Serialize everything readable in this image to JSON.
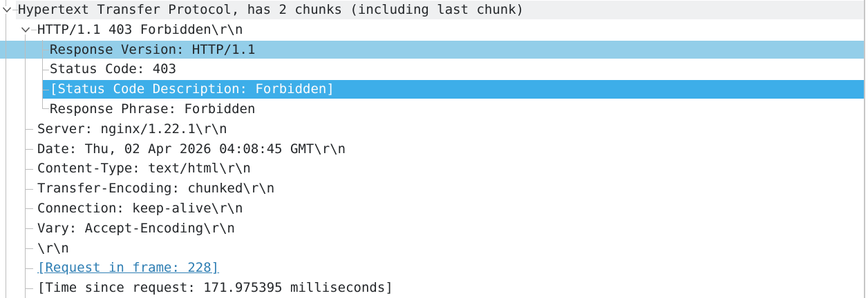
{
  "pane": {
    "kind": "packet-details-tree",
    "colors": {
      "text": "#232629",
      "selected_bg": "#3daee9",
      "selected_text": "#fcfcfc",
      "related_bg": "#93cee9",
      "protocol_row_bg": "#eff0f1",
      "guide_line": "#bdbdbd",
      "link": "#2e7eb3"
    }
  },
  "tree": {
    "rows": [
      {
        "label": "Hypertext Transfer Protocol, has 2 chunks (including last chunk)",
        "level": 0,
        "expander": true,
        "highlight": "protocol"
      },
      {
        "label": "HTTP/1.1 403 Forbidden\\r\\n",
        "level": 1,
        "expander": true,
        "highlight": "none"
      },
      {
        "label": "Response Version: HTTP/1.1",
        "level": 2,
        "branch": "tick",
        "highlight": "related"
      },
      {
        "label": "Status Code: 403",
        "level": 2,
        "branch": "tick",
        "highlight": "none"
      },
      {
        "label": "[Status Code Description: Forbidden]",
        "level": 2,
        "branch": "tick",
        "highlight": "selected"
      },
      {
        "label": "Response Phrase: Forbidden",
        "level": 2,
        "branch": "corner",
        "highlight": "none"
      },
      {
        "label": "Server: nginx/1.22.1\\r\\n",
        "level": 1,
        "branch": "tick",
        "highlight": "none"
      },
      {
        "label": "Date: Thu, 02 Apr 2026 04:08:45 GMT\\r\\n",
        "level": 1,
        "branch": "tick",
        "highlight": "none"
      },
      {
        "label": "Content-Type: text/html\\r\\n",
        "level": 1,
        "branch": "tick",
        "highlight": "none"
      },
      {
        "label": "Transfer-Encoding: chunked\\r\\n",
        "level": 1,
        "branch": "tick",
        "highlight": "none"
      },
      {
        "label": "Connection: keep-alive\\r\\n",
        "level": 1,
        "branch": "tick",
        "highlight": "none"
      },
      {
        "label": "Vary: Accept-Encoding\\r\\n",
        "level": 1,
        "branch": "tick",
        "highlight": "none"
      },
      {
        "label": "\\r\\n",
        "level": 1,
        "branch": "tick",
        "highlight": "none"
      },
      {
        "label": "[Request in frame: 228]",
        "level": 1,
        "branch": "tick",
        "highlight": "none",
        "link": true
      },
      {
        "label": "[Time since request: 171.975395 milliseconds]",
        "level": 1,
        "branch": "tick",
        "highlight": "none"
      }
    ]
  }
}
